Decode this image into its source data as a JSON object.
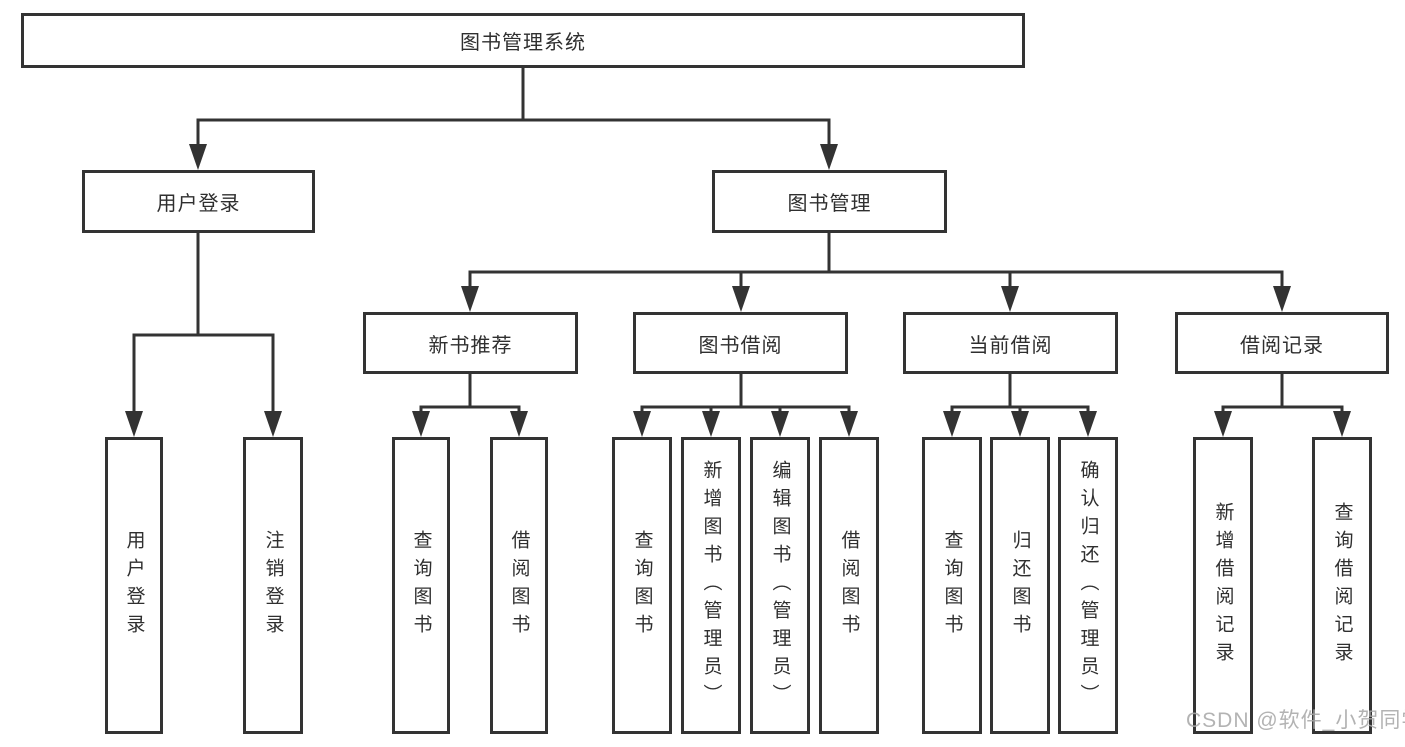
{
  "diagram": {
    "root": {
      "label": "图书管理系统"
    },
    "branches": [
      {
        "label": "用户登录",
        "children": [
          {
            "label": "用户登录"
          },
          {
            "label": "注销登录"
          }
        ]
      },
      {
        "label": "图书管理",
        "children": [
          {
            "label": "新书推荐",
            "children": [
              {
                "label": "查询图书"
              },
              {
                "label": "借阅图书"
              }
            ]
          },
          {
            "label": "图书借阅",
            "children": [
              {
                "label": "查询图书"
              },
              {
                "label": "新增图书（管理员）"
              },
              {
                "label": "编辑图书（管理员）"
              },
              {
                "label": "借阅图书"
              }
            ]
          },
          {
            "label": "当前借阅",
            "children": [
              {
                "label": "查询图书"
              },
              {
                "label": "归还图书"
              },
              {
                "label": "确认归还（管理员）"
              }
            ]
          },
          {
            "label": "借阅记录",
            "children": [
              {
                "label": "新增借阅记录"
              },
              {
                "label": "查询借阅记录"
              }
            ]
          }
        ]
      }
    ]
  },
  "watermark": {
    "text": "CSDN @软件_小贺同学"
  },
  "colors": {
    "line": "#333333",
    "box_border": "#333333",
    "text": "#2f2f2f",
    "background": "#ffffff",
    "watermark": "#a8a8a8"
  }
}
